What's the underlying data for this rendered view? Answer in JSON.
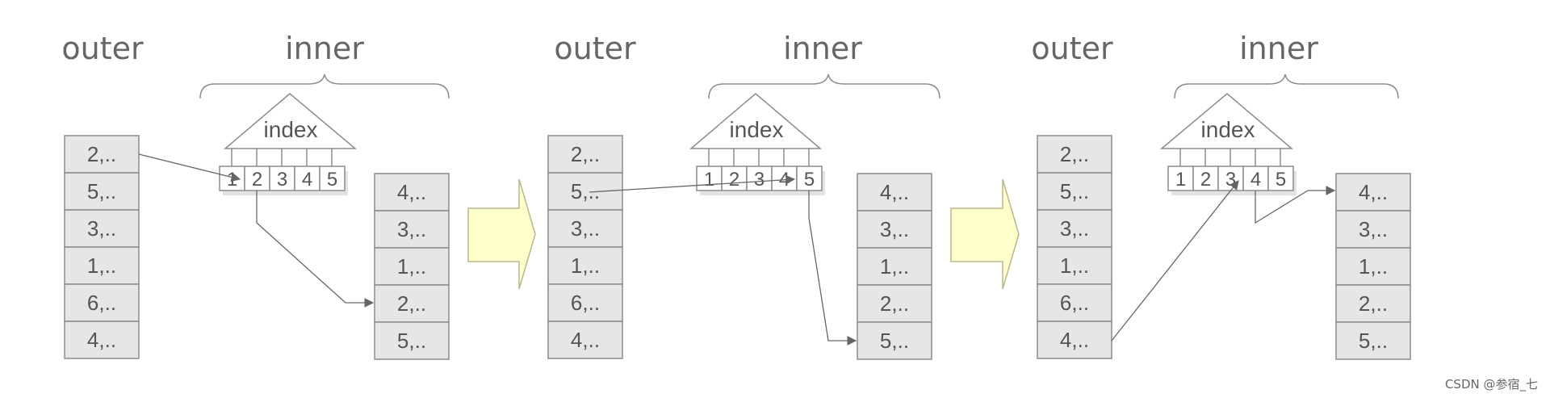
{
  "panels": [
    {
      "outer_label": "outer",
      "inner_label": "inner",
      "index_label": "index",
      "outer_rows": [
        "2,..",
        "5,..",
        "3,..",
        "1,..",
        "6,..",
        "4,.."
      ],
      "inner_rows": [
        "4,..",
        "3,..",
        "1,..",
        "2,..",
        "5,.."
      ],
      "index_slots": [
        "1",
        "2",
        "3",
        "4",
        "5"
      ]
    },
    {
      "outer_label": "outer",
      "inner_label": "inner",
      "index_label": "index",
      "outer_rows": [
        "2,..",
        "5,..",
        "3,..",
        "1,..",
        "6,..",
        "4,.."
      ],
      "inner_rows": [
        "4,..",
        "3,..",
        "1,..",
        "2,..",
        "5,.."
      ],
      "index_slots": [
        "1",
        "2",
        "3",
        "4",
        "5"
      ]
    },
    {
      "outer_label": "outer",
      "inner_label": "inner",
      "index_label": "index",
      "outer_rows": [
        "2,..",
        "5,..",
        "3,..",
        "1,..",
        "6,..",
        "4,.."
      ],
      "inner_rows": [
        "4,..",
        "3,..",
        "1,..",
        "2,..",
        "5,.."
      ],
      "index_slots": [
        "1",
        "2",
        "3",
        "4",
        "5"
      ]
    }
  ],
  "watermark": "CSDN @参宿_七",
  "colors": {
    "cell_fill": "#e6e6e6",
    "cell_stroke": "#8c8c8c",
    "arrow_fill": "#ffffcc",
    "arrow_stroke": "#b8b88a",
    "line": "#666666"
  }
}
